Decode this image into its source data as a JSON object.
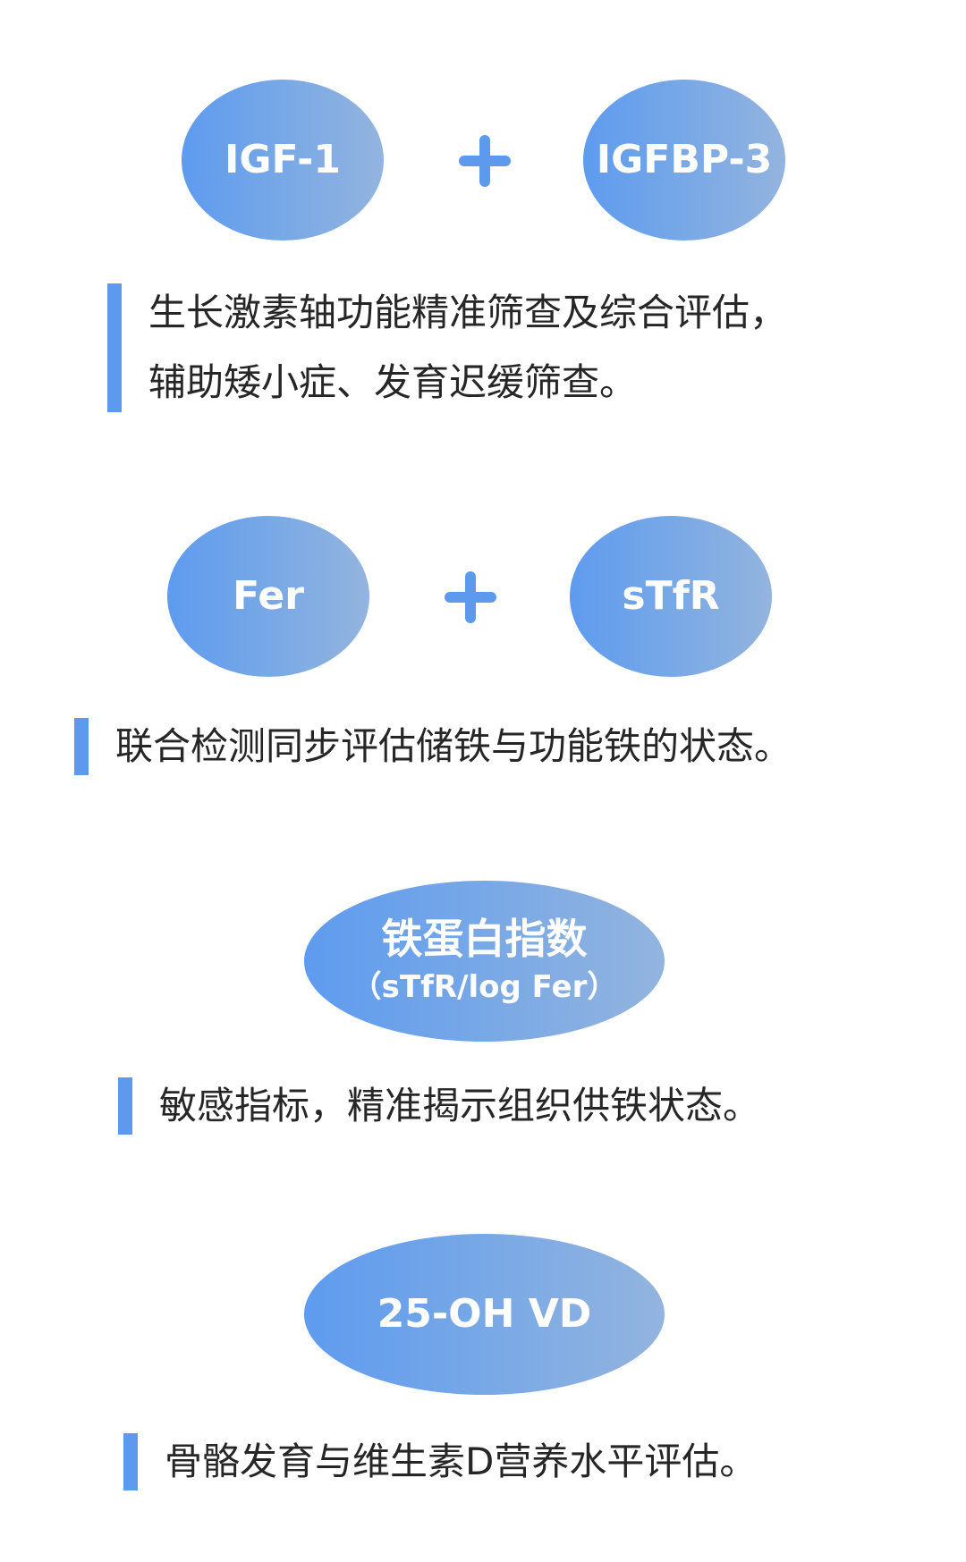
{
  "section1": {
    "left_oval": "IGF-1",
    "right_oval": "IGFBP-3",
    "description": "生长激素轴功能精准筛查及综合评估，\n辅助矮小症、发育迟缓筛查。"
  },
  "section2": {
    "left_oval": "Fer",
    "right_oval": "sTfR",
    "description": "联合检测同步评估储铁与功能铁的状态。"
  },
  "section3": {
    "oval_title": "铁蛋白指数",
    "oval_subtitle": "（sTfR/log Fer）",
    "description": "敏感指标，精准揭示组织供铁状态。"
  },
  "section4": {
    "oval": "25-OH VD",
    "description": "骨骼发育与维生素D营养水平评估。"
  },
  "colors": {
    "accent": "#5d99ec",
    "oval_gradient_start": "#5e9bef",
    "oval_gradient_end": "#93b4de",
    "text": "#262626"
  },
  "icons": {
    "plus": "plus-icon"
  }
}
